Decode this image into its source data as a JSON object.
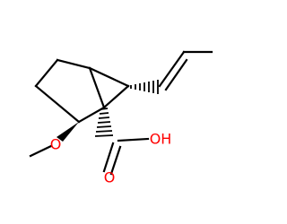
{
  "molecule": {
    "atom_labels": {
      "methoxy_oxygen": "O",
      "carbonyl_oxygen": "O",
      "hydroxyl": "OH"
    },
    "colors": {
      "bond": "#000000",
      "heteroatom": "#ff0000",
      "background": "#ffffff"
    }
  }
}
